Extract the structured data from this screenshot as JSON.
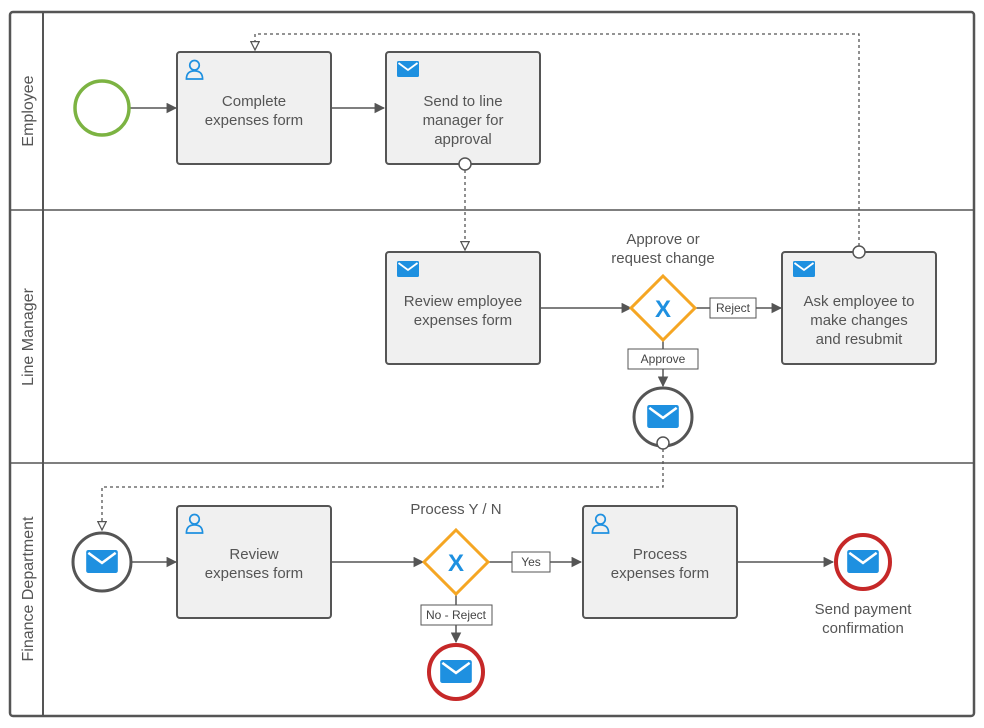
{
  "lanes": {
    "employee": "Employee",
    "line_manager": "Line Manager",
    "finance": "Finance Department"
  },
  "tasks": {
    "complete_form": [
      "Complete",
      "expenses form"
    ],
    "send_to_manager": [
      "Send to line",
      "manager for",
      "approval"
    ],
    "review_employee_form": [
      "Review employee",
      "expenses form"
    ],
    "ask_changes": [
      "Ask employee to",
      "make changes",
      "and resubmit"
    ],
    "finance_review": [
      "Review",
      "expenses form"
    ],
    "process_form": [
      "Process",
      "expenses form"
    ]
  },
  "gateways": {
    "approve_label": [
      "Approve or",
      "request change"
    ],
    "process_label": "Process Y / N",
    "gateway_symbol": "X"
  },
  "conditions": {
    "reject": "Reject",
    "approve": "Approve",
    "yes": "Yes",
    "no_reject": "No - Reject"
  },
  "events": {
    "send_payment": [
      "Send payment",
      "confirmation"
    ]
  },
  "icons": {
    "user": "user-icon",
    "message": "envelope-icon",
    "gateway": "exclusive-gateway-icon"
  },
  "colors": {
    "start": "#7cb342",
    "end": "#c62828",
    "gateway": "#f5a623",
    "icon": "#1e90e0",
    "task_fill": "#f0f0f0",
    "stroke": "#555555"
  }
}
